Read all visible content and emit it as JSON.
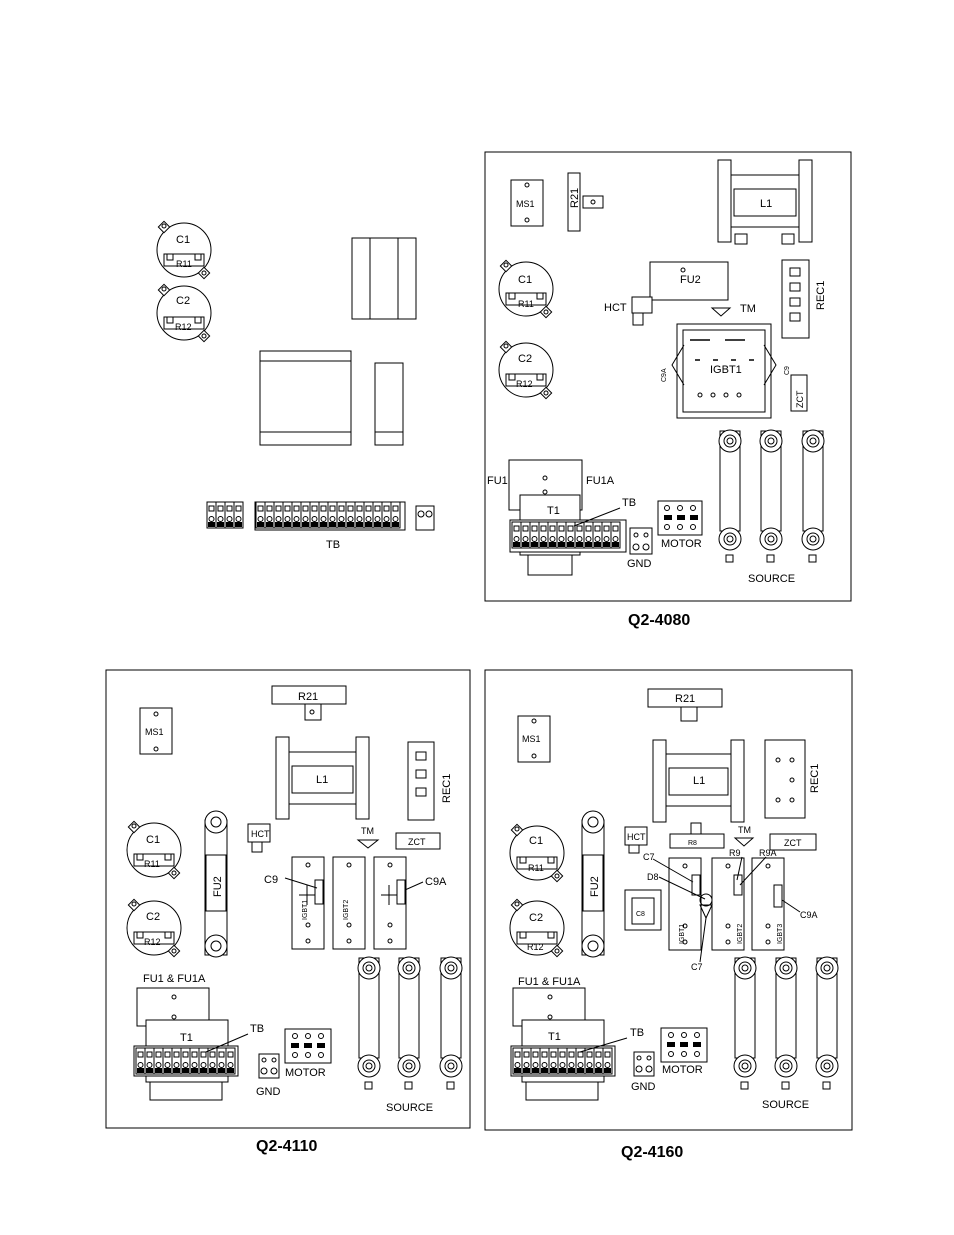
{
  "captions": {
    "q4080": "Q2-4080",
    "q4110": "Q2-4110",
    "q4160": "Q2-4160"
  },
  "top_left": {
    "c1": "C1",
    "r11": "R11",
    "c2": "C2",
    "r12": "R12",
    "tb": "TB"
  },
  "q4080": {
    "ms1": "MS1",
    "r21": "R21",
    "l1": "L1",
    "fu2": "FU2",
    "rec1": "REC1",
    "c1": "C1",
    "r11": "R11",
    "c2": "C2",
    "r12": "R12",
    "hct": "HCT",
    "tm": "TM",
    "c9a": "C9A",
    "igbt1": "IGBT1",
    "c9": "C9",
    "zct": "ZCT",
    "fu1": "FU1",
    "fu1a": "FU1A",
    "t1": "T1",
    "tb": "TB",
    "motor": "MOTOR",
    "gnd": "GND",
    "source": "SOURCE"
  },
  "q4110": {
    "r21": "R21",
    "ms1": "MS1",
    "l1": "L1",
    "rec1": "REC1",
    "c1": "C1",
    "r11": "R11",
    "fu2": "FU2",
    "hct": "HCT",
    "tm": "TM",
    "zct": "ZCT",
    "c9": "C9",
    "c9a": "C9A",
    "igbt1": "IGBT1",
    "igbt2": "IGBT2",
    "c2": "C2",
    "r12": "R12",
    "fu1": "FU1 & FU1A",
    "t1": "T1",
    "tb": "TB",
    "motor": "MOTOR",
    "gnd": "GND",
    "source": "SOURCE"
  },
  "q4160": {
    "r21": "R21",
    "ms1": "MS1",
    "l1": "L1",
    "rec1": "REC1",
    "c1": "C1",
    "r11": "R11",
    "fu2": "FU2",
    "hct": "HCT",
    "r8": "R8",
    "tm": "TM",
    "zct": "ZCT",
    "c7": "C7",
    "d8": "D8",
    "r9": "R9",
    "r9a": "R9A",
    "c8": "C8",
    "igbt1": "IGBT1",
    "igbt2": "IGBT2",
    "igbt3": "IGBT3",
    "c9a": "C9A",
    "c7b": "C7",
    "c2": "C2",
    "r12": "R12",
    "fu1": "FU1 & FU1A",
    "t1": "T1",
    "tb": "TB",
    "motor": "MOTOR",
    "gnd": "GND",
    "source": "SOURCE"
  }
}
